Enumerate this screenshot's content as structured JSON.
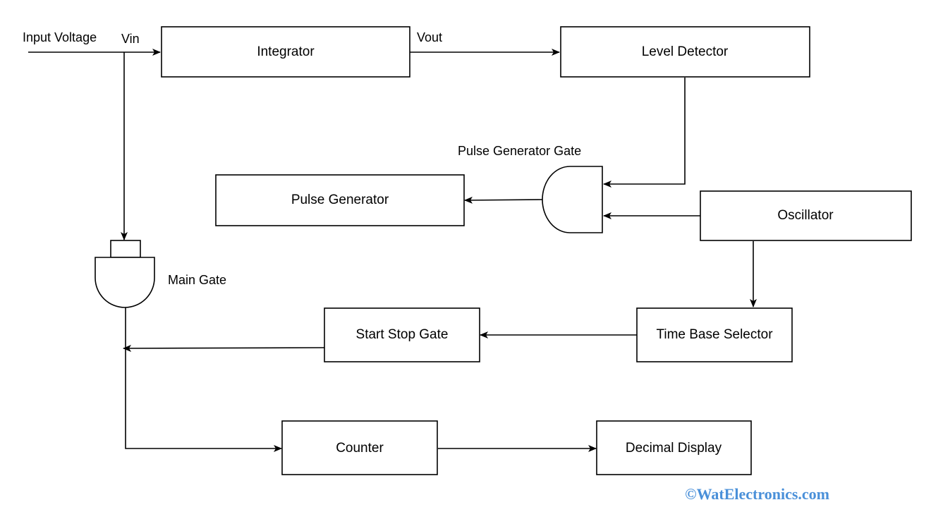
{
  "blocks": {
    "integrator": "Integrator",
    "level_detector": "Level Detector",
    "pulse_generator": "Pulse Generator",
    "oscillator": "Oscillator",
    "start_stop_gate": "Start Stop Gate",
    "time_base_selector": "Time Base Selector",
    "counter": "Counter",
    "decimal_display": "Decimal Display"
  },
  "labels": {
    "input_voltage": "Input Voltage",
    "vin": "Vin",
    "vout": "Vout",
    "pulse_generator_gate": "Pulse Generator Gate",
    "main_gate": "Main Gate"
  },
  "watermark": {
    "text": "©WatElectronics.com",
    "color": "#4a90d9"
  },
  "colors": {
    "line": "#000000",
    "background": "#ffffff"
  }
}
